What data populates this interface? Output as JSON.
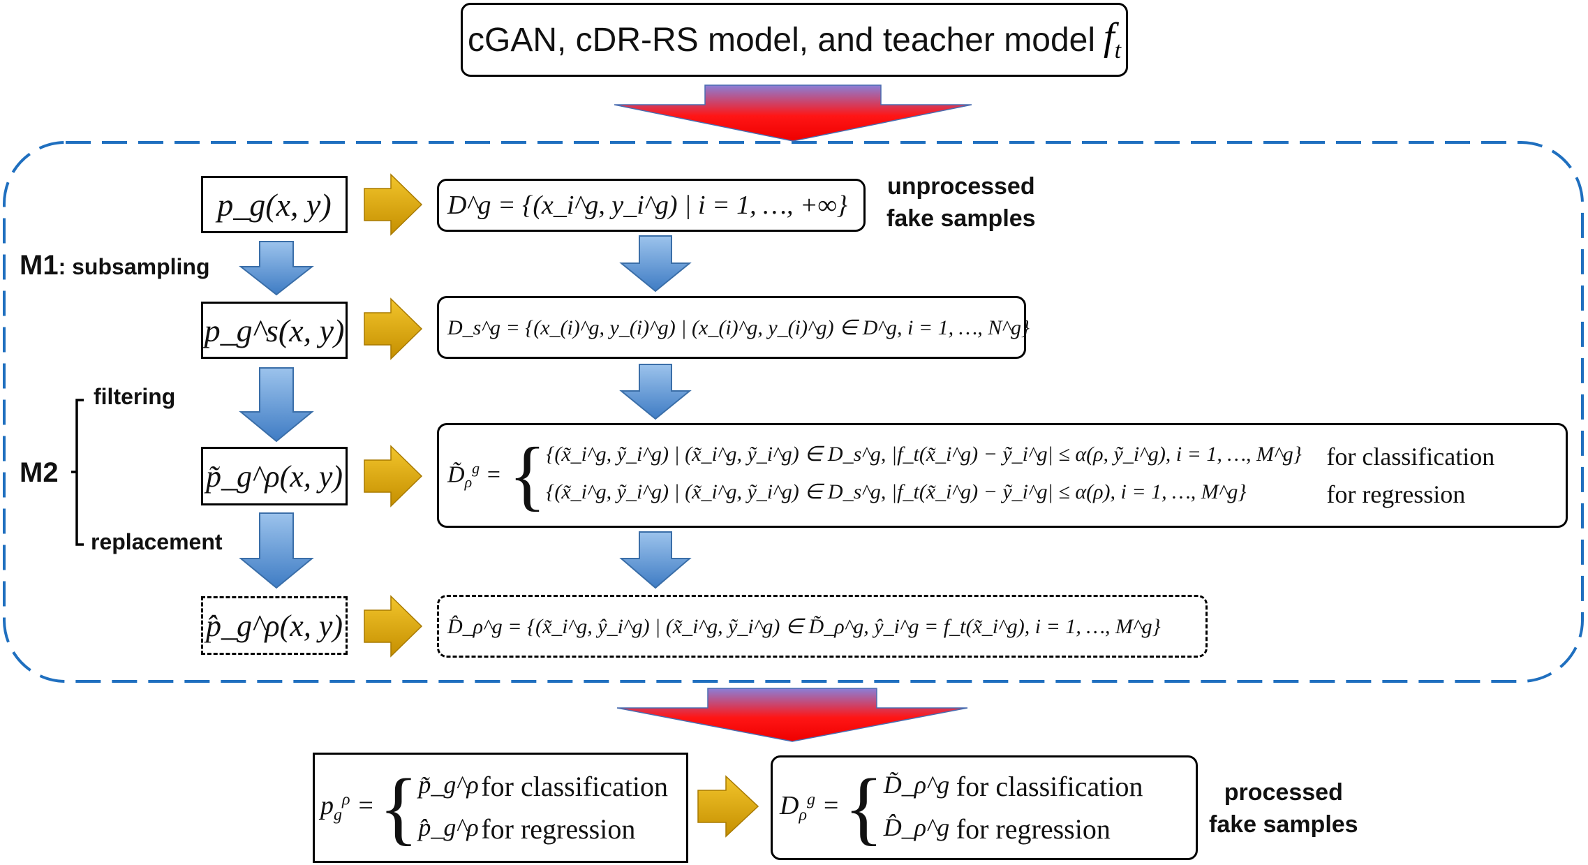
{
  "header": {
    "title_text": "cGAN, cDR-RS model, and teacher model",
    "title_symbol": "f",
    "title_symbol_sub": "t"
  },
  "labels": {
    "m1_bold": "M1",
    "m1_rest": ": subsampling",
    "m2": "M2",
    "filtering": "filtering",
    "replacement": "replacement",
    "unprocessed_line1": "unprocessed",
    "unprocessed_line2": "fake samples",
    "processed_line1": "processed",
    "processed_line2": "fake samples"
  },
  "distributions": {
    "pg": "p_g(x, y)",
    "pgs": "p_g^s(x, y)",
    "pg_tilde": "p̃_g^ρ(x, y)",
    "pg_hat": "p̂_g^ρ(x, y)"
  },
  "datasets": {
    "Dg": "D^g = {(x_i^g, y_i^g) | i = 1, …, +∞}",
    "Dgs": "D_s^g = {(x_(i)^g, y_(i)^g) | (x_(i)^g, y_(i)^g) ∈ D^g, i = 1, …, N^g}",
    "Dtilde_class": "{(x̃_i^g, ỹ_i^g) | (x̃_i^g, ỹ_i^g) ∈ D_s^g, |f_t(x̃_i^g) − ỹ_i^g| ≤ α(ρ, ỹ_i^g), i = 1, …, M^g}",
    "Dtilde_class_tag": "for classification",
    "Dtilde_reg": "{(x̃_i^g, ỹ_i^g) | (x̃_i^g, ỹ_i^g) ∈ D_s^g, |f_t(x̃_i^g) − ỹ_i^g| ≤ α(ρ), i = 1, …, M^g}",
    "Dtilde_reg_tag": "for regression",
    "Dhat": "D̂_ρ^g = {(x̃_i^g, ŷ_i^g) | (x̃_i^g, ỹ_i^g) ∈ D̃_ρ^g, ŷ_i^g = f_t(x̃_i^g), i = 1, …, M^g}"
  },
  "final": {
    "p_class_sym": "p̃_g^ρ",
    "p_class_tag": "for classification",
    "p_reg_sym": "p̂_g^ρ",
    "p_reg_tag": "for regression",
    "d_class_sym": "D̃_ρ^g",
    "d_class_tag": "for classification",
    "d_reg_sym": "D̂_ρ^g",
    "d_reg_tag": "for regression"
  },
  "colors": {
    "dashed_frame": "#1f6fbf",
    "blue_arrow": "#4a86c8",
    "gold_arrow": "#d9a300",
    "big_arrow_red": "#ee0000"
  }
}
